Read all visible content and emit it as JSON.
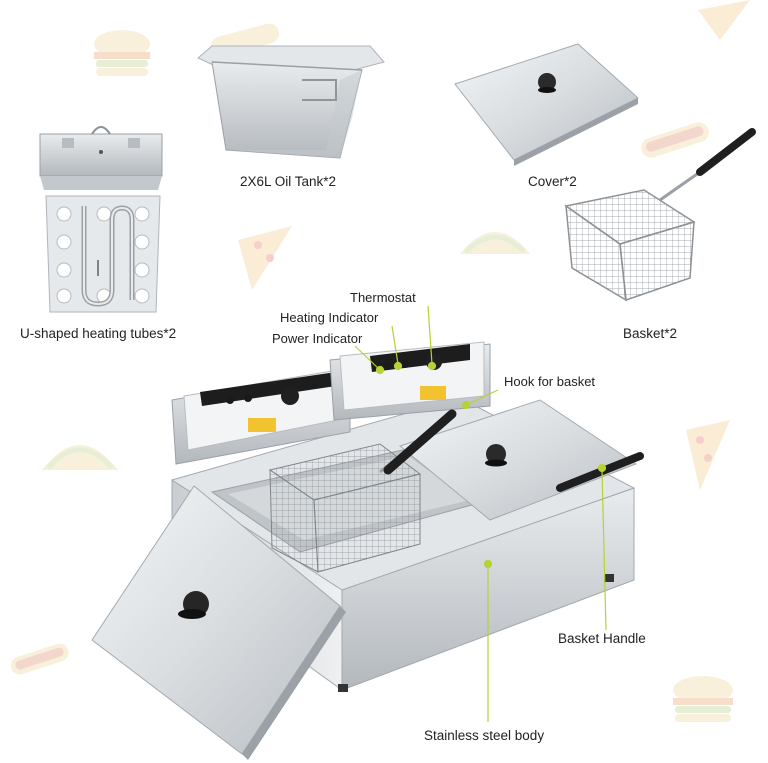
{
  "labels": {
    "oil_tank": "2X6L Oil Tank*2",
    "cover": "Cover*2",
    "heating_tubes": "U-shaped heating tubes*2",
    "basket": "Basket*2",
    "thermostat": "Thermostat",
    "heating_indicator": "Heating Indicator",
    "power_indicator": "Power Indicator",
    "hook": "Hook for basket",
    "handle": "Basket Handle",
    "body": "Stainless steel body"
  },
  "colors": {
    "accent": "#b5d334",
    "steel_light": "#eef0f2",
    "steel_mid": "#cfd3d7",
    "steel_dark": "#9ea4aa",
    "knob": "#2a2a2a",
    "watermark": "#f3e3c2"
  }
}
